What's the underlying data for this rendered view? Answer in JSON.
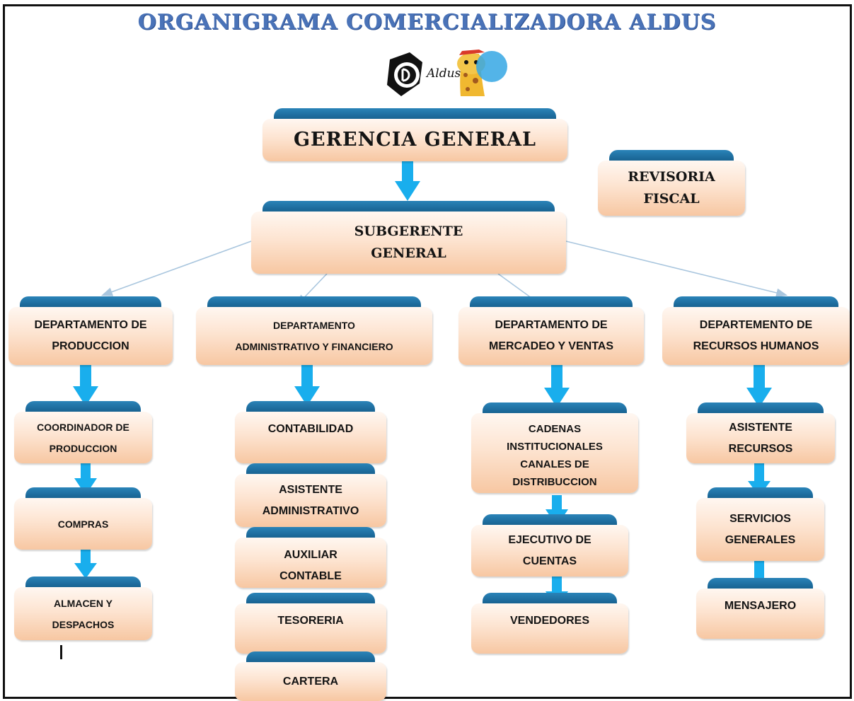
{
  "title": "ORGANIGRAMA COMERCIALIZADORA ALDUS",
  "logo": {
    "text": "Aldus",
    "icon": "giraffe-mascot-icon"
  },
  "colors": {
    "title": "#4a73b8",
    "box_tab": "#0d4f7a",
    "box_fill_top": "#fff7f1",
    "box_fill_bottom": "#f7c7a2",
    "arrow": "#19aeed",
    "connector": "#a9c6de"
  },
  "org": {
    "gerencia": "GERENCIA GENERAL",
    "revisoria": "REVISORIA\nFISCAL",
    "subgerente": "SUBGERENTE\nGENERAL",
    "departments": [
      {
        "label": "DEPARTAMENTO DE\nPRODUCCION",
        "children": [
          "COORDINADOR DE\nPRODUCCION",
          "COMPRAS",
          "ALMACEN Y\nDESPACHOS"
        ]
      },
      {
        "label": "DEPARTAMENTO\nADMINISTRATIVO Y FINANCIERO",
        "children": [
          "CONTABILIDAD",
          "ASISTENTE\nADMINISTRATIVO",
          "AUXILIAR\nCONTABLE",
          "TESORERIA",
          "CARTERA"
        ]
      },
      {
        "label": "DEPARTAMENTO DE\nMERCADEO Y VENTAS",
        "children": [
          "CADENAS\nINSTITUCIONALES\nCANALES DE\nDISTRIBUCCION",
          "EJECUTIVO DE\nCUENTAS",
          "VENDEDORES"
        ]
      },
      {
        "label": "DEPARTEMENTO DE\nRECURSOS HUMANOS",
        "children": [
          "ASISTENTE\nRECURSOS",
          "SERVICIOS\nGENERALES",
          "MENSAJERO"
        ]
      }
    ]
  }
}
